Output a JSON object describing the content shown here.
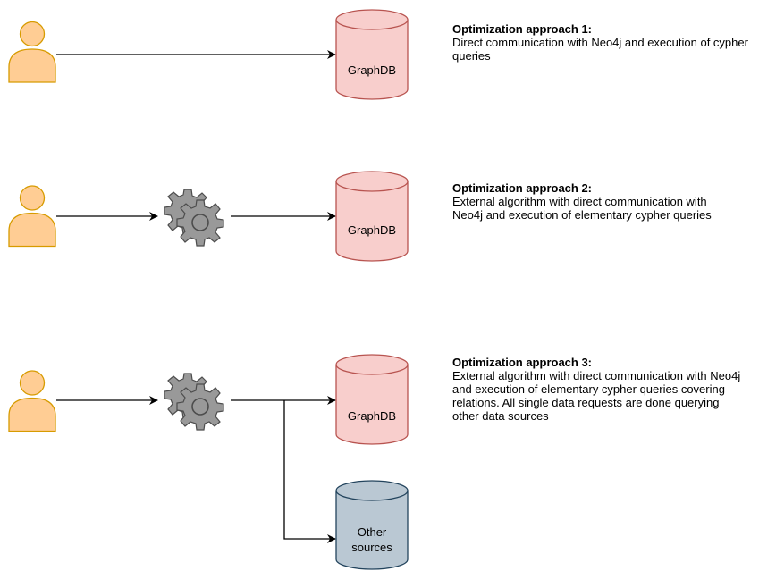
{
  "colors": {
    "person_fill": "#ffcd94",
    "person_stroke": "#d79b00",
    "graphdb_fill": "#f8cecc",
    "graphdb_stroke": "#b85450",
    "other_fill": "#bac8d3",
    "other_stroke": "#23445d",
    "gear_fill": "#999999",
    "gear_stroke": "#4d4d4d",
    "arrow": "#000000"
  },
  "icons": [
    "user-icon",
    "gear-icon",
    "database-icon"
  ],
  "approaches": [
    {
      "title": "Optimization approach 1:",
      "description": "Direct communication with Neo4j and execution of cypher queries",
      "database_label": "GraphDB"
    },
    {
      "title": "Optimization approach 2:",
      "description": "External algorithm with direct communication with Neo4j and execution of elementary cypher queries",
      "database_label": "GraphDB"
    },
    {
      "title": "Optimization approach 3:",
      "description": "External algorithm with direct communication with Neo4j and execution of elementary cypher queries covering relations. All single data requests are done querying other data sources",
      "database_label": "GraphDB",
      "other_label_line1": "Other",
      "other_label_line2": "sources"
    }
  ]
}
